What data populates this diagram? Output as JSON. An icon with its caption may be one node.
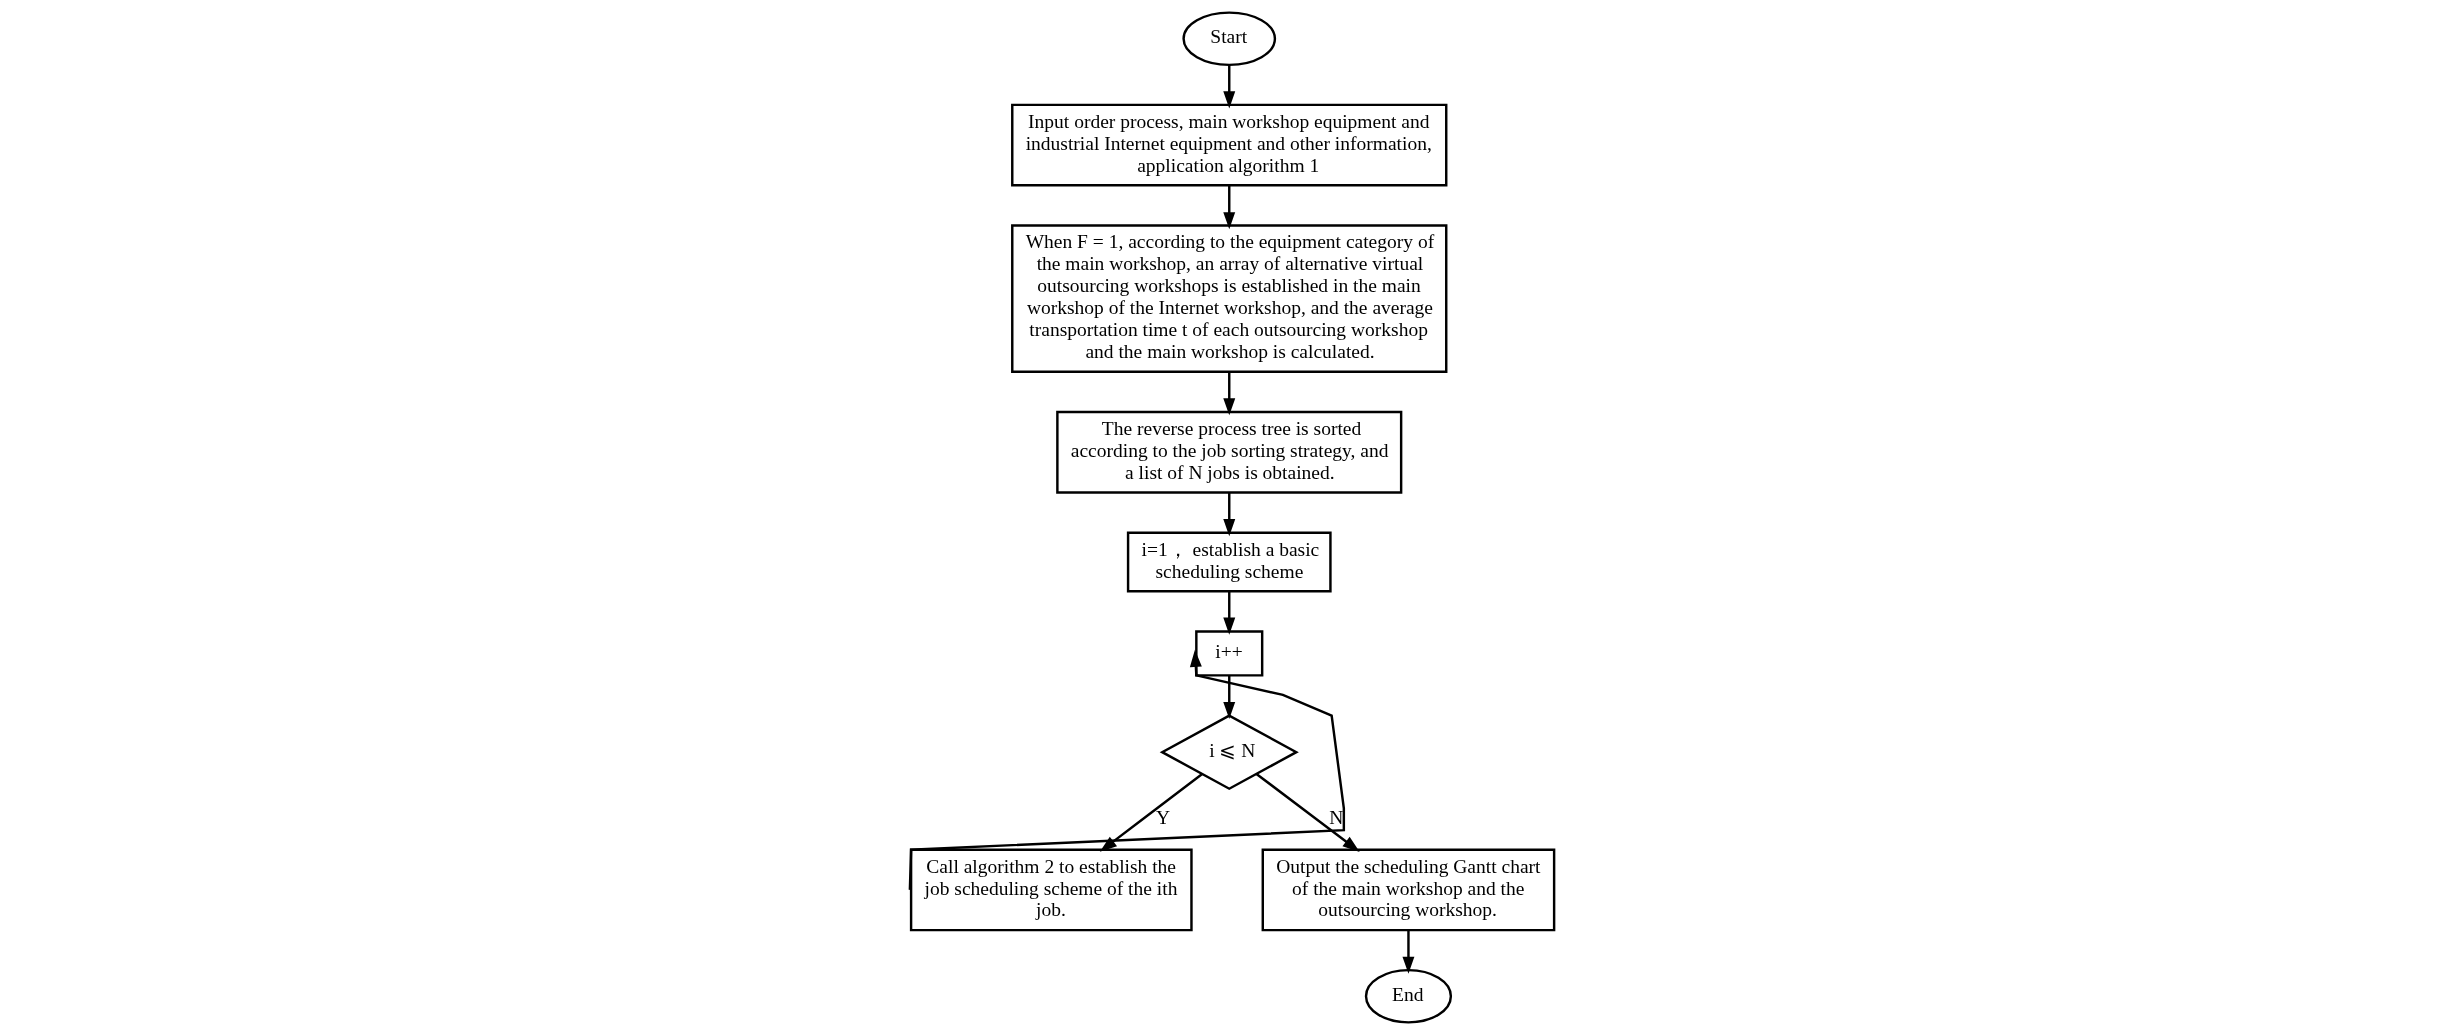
{
  "diagram": {
    "nodes": [
      {
        "text": [
          "Start"
        ]
      },
      {
        "text": [
          "Input order process, main workshop equipment and industrial Internet equipment and other information, application algorithm 1"
        ]
      },
      {
        "text": [
          "When F = 1, according to the equipment category of the main workshop, an array of alternative virtual outsourcing workshops is established in the main workshop of the Internet workshop, and the average transportation time t of each outsourcing workshop and the main workshop is calculated."
        ]
      },
      {
        "text": [
          "The reverse process tree is sorted according to the job sorting strategy, and a list of N jobs is obtained."
        ]
      },
      {
        "text": [
          "i=1， establish a basic scheduling scheme"
        ]
      },
      {
        "text": [
          "i++"
        ]
      },
      {
        "text": [
          "i ⩽ N"
        ]
      },
      {
        "text": [
          "Call algorithm 2 to establish the job scheduling scheme of the ith job."
        ]
      },
      {
        "text": [
          "Output the scheduling Gantt chart of the main workshop and the outsourcing workshop."
        ]
      },
      {
        "text": [
          "End"
        ]
      }
    ],
    "edges": [
      {
        "from": 0,
        "to": 1,
        "arrow": "to"
      },
      {
        "from": 1,
        "to": 2,
        "arrow": "to"
      },
      {
        "from": 2,
        "to": 3,
        "arrow": "to"
      },
      {
        "from": 3,
        "to": 4,
        "arrow": "to"
      },
      {
        "from": 4,
        "to": 5,
        "arrow": "to"
      },
      {
        "from": 5,
        "to": 6,
        "arrow": "to"
      },
      {
        "from": 6,
        "to": 7,
        "arrow": "to",
        "label": "Y"
      },
      {
        "from": 7,
        "to": 5,
        "arrow": "to"
      },
      {
        "from": 6,
        "to": 8,
        "arrow": "to",
        "label": "N"
      },
      {
        "from": 8,
        "to": 9,
        "arrow": "to"
      }
    ]
  }
}
